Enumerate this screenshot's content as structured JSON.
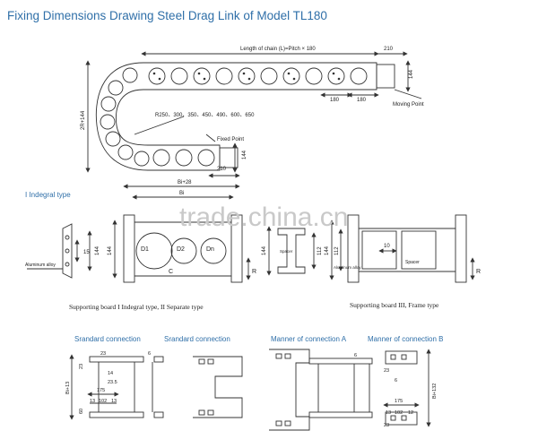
{
  "title": "Fixing Dimensions Drawing Steel Drag Link of Model TL180",
  "top": {
    "length_label": "Length of chain (L)=Pitch × 180",
    "dim_210_top": "210",
    "dim_144_top": "144",
    "dim_180_a": "180",
    "dim_180_b": "180",
    "moving_point": "Moving Point",
    "height_label": "2R+144",
    "radius_label": "R250、300、350、450、490、600、650",
    "fixed_point": "Fixed Point",
    "dim_144_bottom": "144",
    "dim_210_bottom": "210"
  },
  "type1": {
    "heading": "I Indegral type",
    "dim_15": "15",
    "dim_144": "144",
    "aluminum": "Aluminum alloy"
  },
  "type2": {
    "bi28": "Bi+28",
    "bi": "Bi",
    "dim_144": "144",
    "d1": "D1",
    "d2": "D2",
    "dn": "Dn",
    "c": "C",
    "r": "R"
  },
  "type2b": {
    "dim_144": "144",
    "dim_112": "112",
    "spacer": "Spacer"
  },
  "type3": {
    "dim_144": "144",
    "dim_112": "112",
    "dim_10": "10",
    "spacer": "Spacer",
    "aluminum": "Aluminum alloy",
    "r": "R"
  },
  "captions": {
    "left": "Supporting board I Indegral type, II Separate type",
    "right": "Supporting board III, Frame type"
  },
  "connections": {
    "standard_1": "Srandard connection",
    "standard_2": "Srandard connection",
    "manner_a": "Manner of connection A",
    "manner_b": "Manner of connection B"
  },
  "conn_dims": {
    "d23a": "23",
    "d23b": "23",
    "d14": "14",
    "d235": "23.5",
    "d175": "175",
    "d13": "13",
    "d102": "102",
    "d13b": "13",
    "d60": "60",
    "bi13": "Bi+13",
    "d6a": "6",
    "d6b": "6",
    "d23c": "23",
    "d6c": "6",
    "d175b": "175",
    "d13c": "13",
    "d102b": "102",
    "d12": "12",
    "bi132": "Bi+132",
    "d23d": "23"
  },
  "watermark": "trade.china.cn"
}
